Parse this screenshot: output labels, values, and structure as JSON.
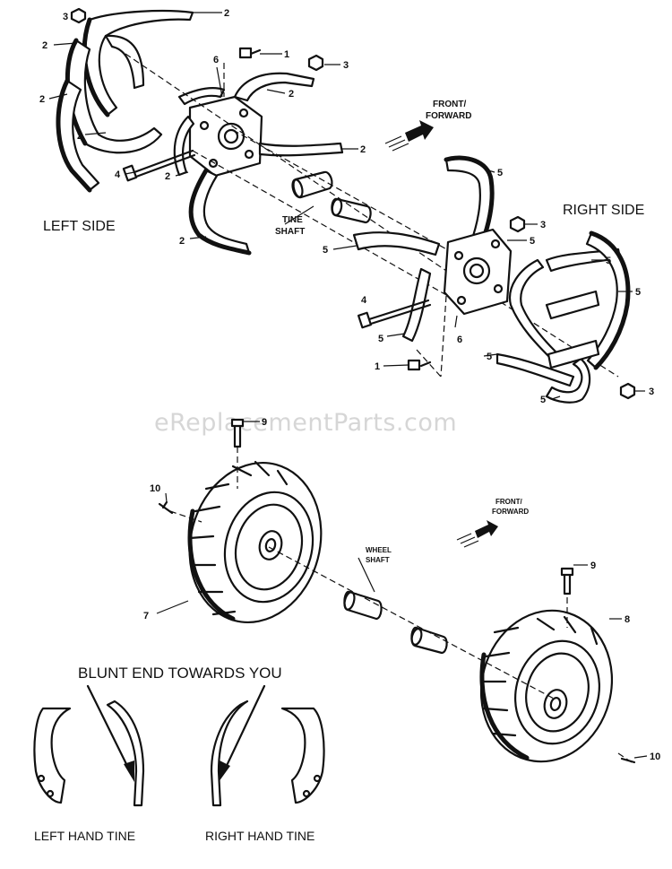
{
  "watermark": "eReplacementParts.com",
  "labels": {
    "left_side": "LEFT SIDE",
    "right_side": "RIGHT SIDE",
    "front_forward_top_1": "FRONT/",
    "front_forward_top_2": "FORWARD",
    "front_forward_bottom_1": "FRONT/",
    "front_forward_bottom_2": "FORWARD",
    "tine_shaft_1": "TINE",
    "tine_shaft_2": "SHAFT",
    "wheel_shaft_1": "WHEEL",
    "wheel_shaft_2": "SHAFT",
    "blunt_end": "BLUNT END TOWARDS YOU",
    "left_hand_tine": "LEFT HAND TINE",
    "right_hand_tine": "RIGHT HAND TINE"
  },
  "callouts": {
    "c3a": "3",
    "c2a": "2",
    "c2b": "2",
    "c2c": "2",
    "c1a": "1",
    "c6a": "6",
    "c3b": "3",
    "c2d": "2",
    "c2e": "2",
    "c2f": "2",
    "c4a": "4",
    "c2g": "2",
    "c2h": "2",
    "c5a": "5",
    "c3c": "3",
    "c5b": "5",
    "c5c": "5",
    "c5d": "5",
    "c5e": "5",
    "c4b": "4",
    "c6b": "6",
    "c5f": "5",
    "c5g": "5",
    "c1b": "1",
    "c3d": "3",
    "c5h": "5",
    "c9a": "9",
    "c10a": "10",
    "c7": "7",
    "c9b": "9",
    "c8": "8",
    "c10b": "10"
  }
}
